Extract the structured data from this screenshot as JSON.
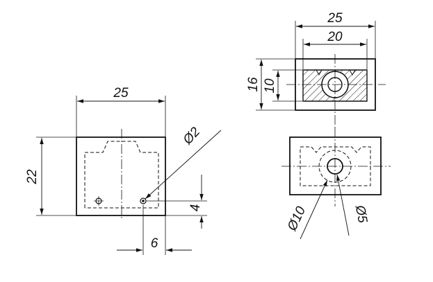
{
  "front_view": {
    "dims": {
      "width": "25",
      "height": "22",
      "hole_diameter": "Ø2",
      "hole_from_bottom": "4",
      "hole_from_right": "6"
    }
  },
  "top_view": {
    "dims": {
      "width": "25",
      "slot_width": "20",
      "height": "16",
      "slot_height": "10"
    }
  },
  "bottom_view": {
    "dims": {
      "outer_hole_diameter": "Ø10",
      "inner_hole_diameter": "Ø5"
    }
  }
}
